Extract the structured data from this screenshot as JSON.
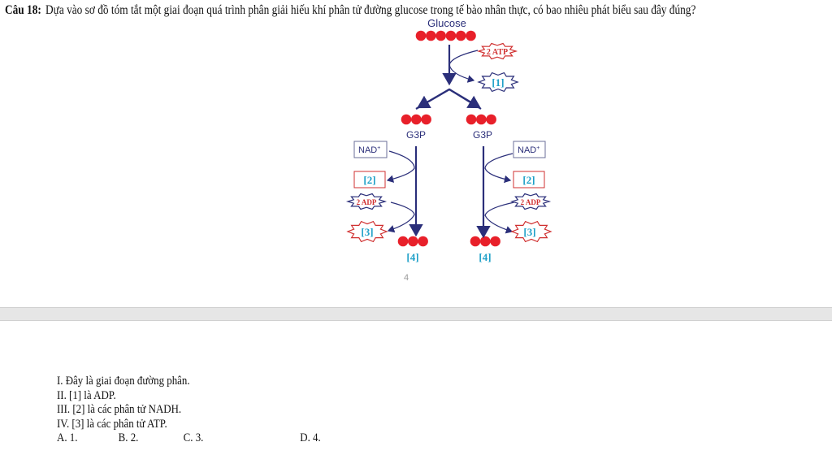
{
  "question": {
    "number": "Câu 18:",
    "text": "Dựa vào sơ đồ tóm tắt một giai đoạn quá trình phân giải hiếu khí phân tử đường glucose trong tế bào nhân thực, có bao nhiêu phát biểu sau đây đúng?"
  },
  "diagram": {
    "glucose": "Glucose",
    "atp_in": "2 ATP",
    "label1": "[1]",
    "g3p_left": "G3P",
    "g3p_right": "G3P",
    "nad_left": "NAD",
    "nad_right": "NAD",
    "nad_sup": "+",
    "label2": "[2]",
    "adp": "2 ADP",
    "label3": "[3]",
    "label4": "[4]",
    "page_number": "4",
    "colors": {
      "arrow": "#2b2f7a",
      "molecule": "#e8202a",
      "label": "#1ea0c8",
      "red_outline": "#d03030"
    }
  },
  "statements": [
    "I. Đây là giai đoạn đường phân.",
    "II. [1] là ADP.",
    "III. [2] là các phân tử NADH.",
    "IV. [3] là các phân tử ATP."
  ],
  "options": [
    "A. 1.",
    "B. 2.",
    "C. 3.",
    "D. 4."
  ]
}
